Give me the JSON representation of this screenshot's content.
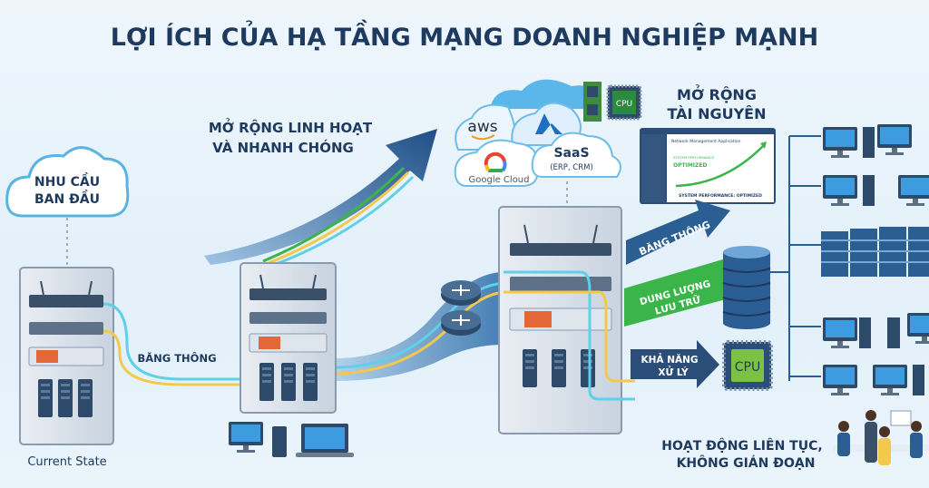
{
  "title": "LỢI ÍCH CỦA HẠ TẦNG MẠNG DOANH NGHIỆP MẠNH",
  "initial_need": {
    "line1": "NHU CẦU",
    "line2": "BAN ĐẦU"
  },
  "current_state": "Current State",
  "bandwidth_left": "BĂNG THÔNG",
  "flexible_scaling": {
    "line1": "MỞ RỘNG LINH HOẠT",
    "line2": "VÀ NHANH CHÓNG"
  },
  "clouds": {
    "aws": "aws",
    "google": "Google Cloud",
    "saas": "SaaS",
    "saas_sub": "(ERP, CRM)"
  },
  "cpu_label": "CPU",
  "resource_scaling": {
    "line1": "MỞ RỘNG",
    "line2": "TÀI NGUYÊN"
  },
  "dashboard": {
    "app_title": "Network Management Application",
    "perf_label": "SYSTEM PERFORMANCE",
    "perf_value": "OPTIMIZED",
    "footer": "SYSTEM PERFORMANCE: OPTIMIZED"
  },
  "arrows": {
    "bandwidth": "BĂNG THÔNG",
    "storage_line1": "DUNG LƯỢNG",
    "storage_line2": "LƯU TRỮ",
    "processing_line1": "KHẢ NĂNG",
    "processing_line2": "XỬ LÝ"
  },
  "continuous": {
    "line1": "HOẠT ĐỘNG LIÊN TỤC,",
    "line2": "KHÔNG GIÁN ĐOẠN"
  },
  "colors": {
    "navy": "#1e3a5f",
    "blue": "#2b5f94",
    "green": "#3bb54a",
    "cyan": "#5fd0e8",
    "yellow": "#f2c94c",
    "firewall": "#e2683a"
  }
}
